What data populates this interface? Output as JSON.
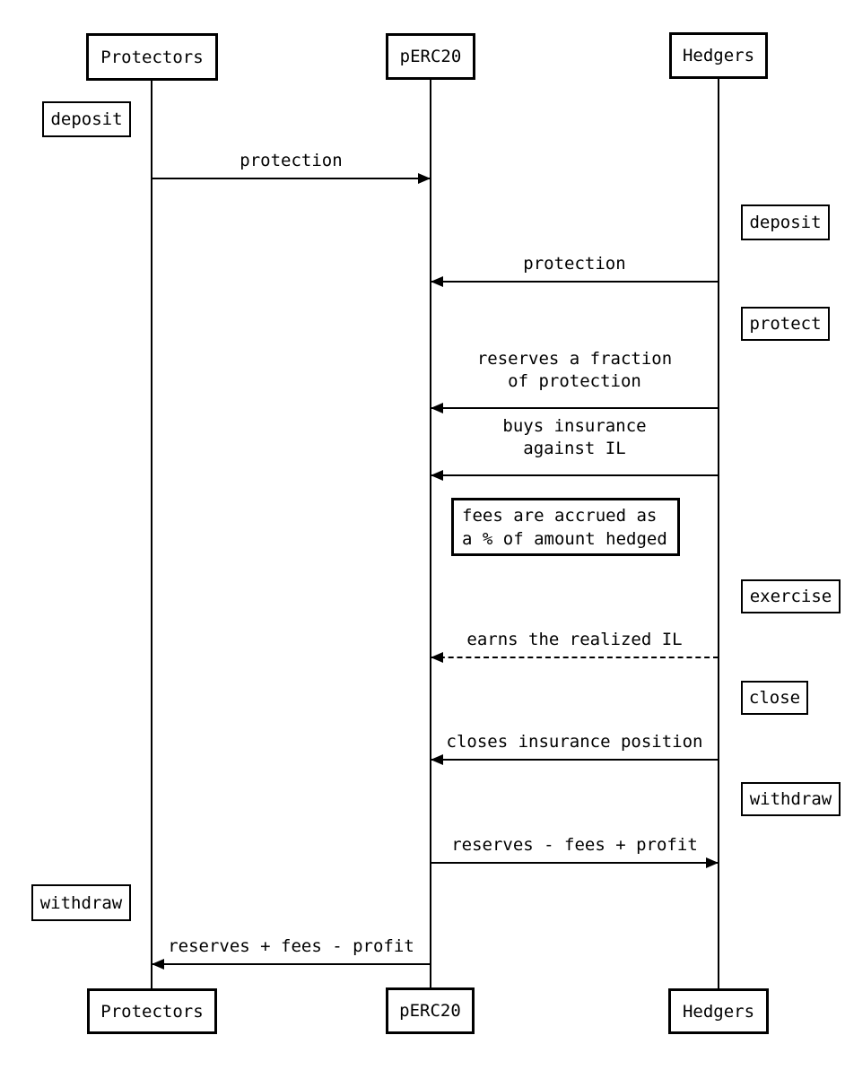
{
  "colors": {
    "ink": "#000000",
    "background": "#ffffff"
  },
  "actors": {
    "top": [
      {
        "label": "Protectors"
      },
      {
        "label": "pERC20"
      },
      {
        "label": "Hedgers"
      }
    ],
    "bottom": [
      {
        "label": "Protectors"
      },
      {
        "label": "pERC20"
      },
      {
        "label": "Hedgers"
      }
    ]
  },
  "actions": {
    "protectors_deposit": "deposit",
    "hedgers_deposit": "deposit",
    "hedgers_protect": "protect",
    "hedgers_exercise": "exercise",
    "hedgers_close": "close",
    "hedgers_withdraw": "withdraw",
    "protectors_withdraw": "withdraw"
  },
  "note": "fees are accrued as\na % of amount hedged",
  "messages": [
    {
      "label": "protection",
      "from": "Protectors",
      "to": "pERC20",
      "style": "solid"
    },
    {
      "label": "protection",
      "from": "Hedgers",
      "to": "pERC20",
      "style": "solid"
    },
    {
      "label": "reserves a fraction\nof protection",
      "from": "Hedgers",
      "to": "pERC20",
      "style": "solid"
    },
    {
      "label": "buys insurance\nagainst IL",
      "from": "Hedgers",
      "to": "pERC20",
      "style": "solid"
    },
    {
      "label": "earns the realized IL",
      "from": "Hedgers",
      "to": "pERC20",
      "style": "dashed"
    },
    {
      "label": "closes insurance position",
      "from": "Hedgers",
      "to": "pERC20",
      "style": "solid"
    },
    {
      "label": "reserves - fees + profit",
      "from": "pERC20",
      "to": "Hedgers",
      "style": "solid"
    },
    {
      "label": "reserves + fees - profit",
      "from": "pERC20",
      "to": "Protectors",
      "style": "solid"
    }
  ]
}
